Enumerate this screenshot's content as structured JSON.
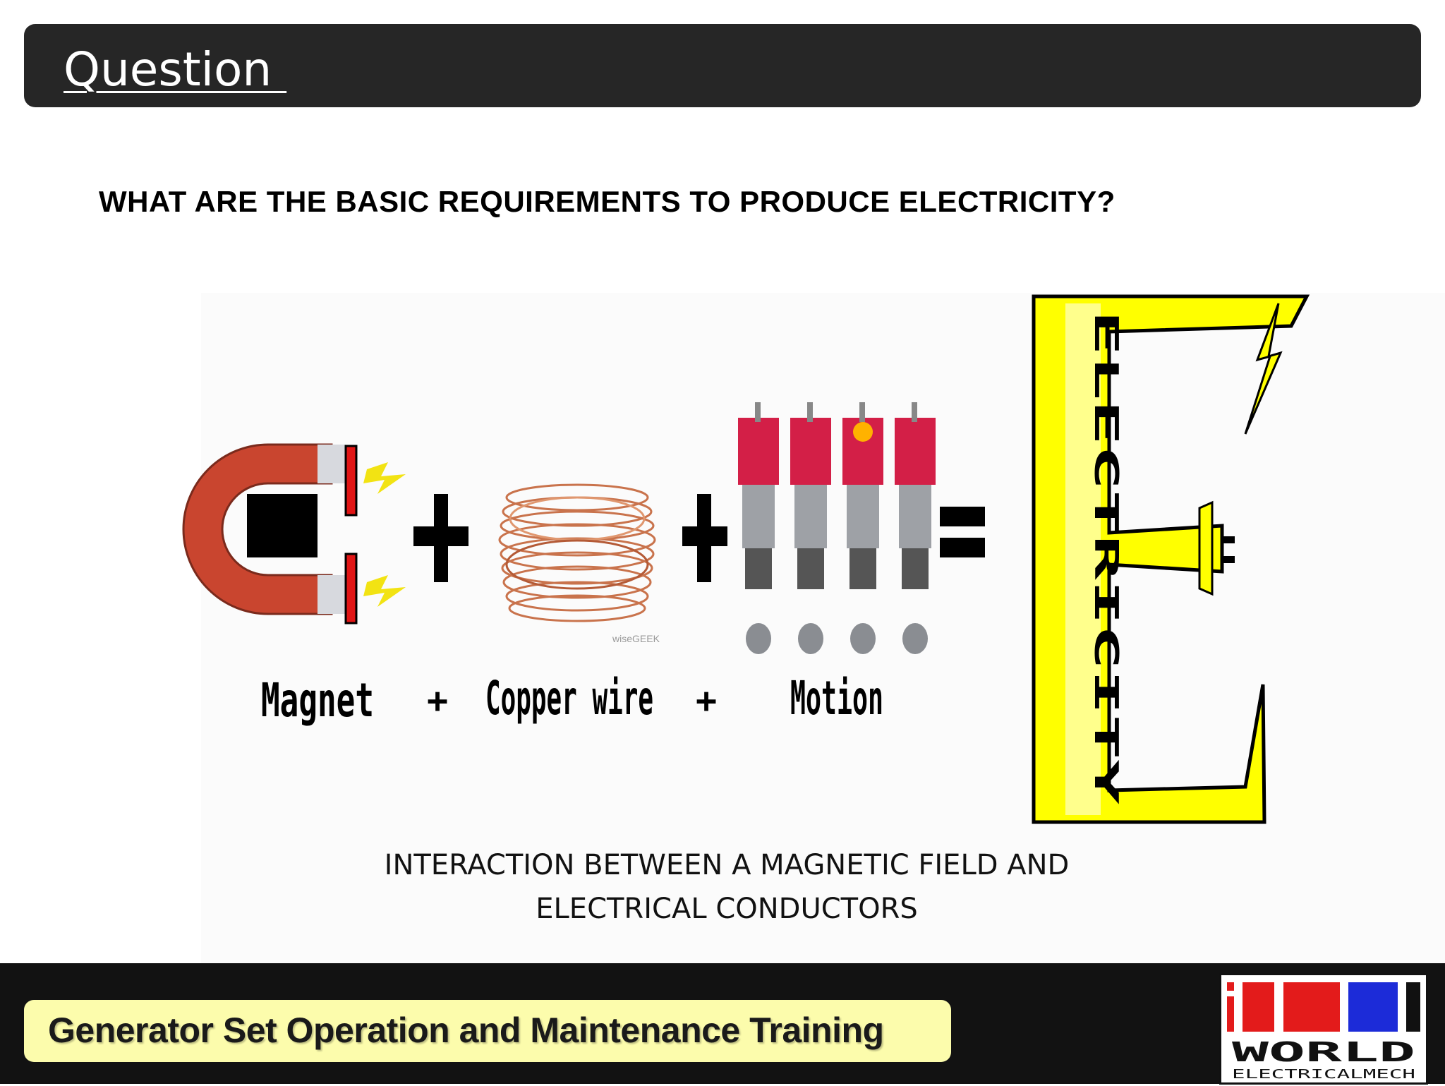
{
  "header": {
    "title": "Question "
  },
  "question": {
    "text": "WHAT ARE THE BASIC REQUIREMENTS TO PRODUCE ELECTRICITY?"
  },
  "illustration": {
    "magnet_label": "Magnet",
    "copper_label": "Copper wire",
    "motion_label": "Motion",
    "plus_sign": "+",
    "watermark": "wiseGEEK",
    "big_e_vertical_text": "ELECTRICITY"
  },
  "caption": {
    "line1": "INTERACTION BETWEEN A MAGNETIC FIELD AND",
    "line2": "ELECTRICAL CONDUCTORS"
  },
  "footer": {
    "training_title": "Generator Set Operation and Maintenance Training",
    "logo_word": "WORLD",
    "logo_subtext": "ELECTRICALMECH"
  },
  "colors": {
    "title_bar": "#262626",
    "footer_bg": "#121212",
    "footer_pill": "#fcfcac",
    "magnet_red": "#c9452f",
    "copper": "#c9734c",
    "electric_yellow": "#ffff00"
  }
}
